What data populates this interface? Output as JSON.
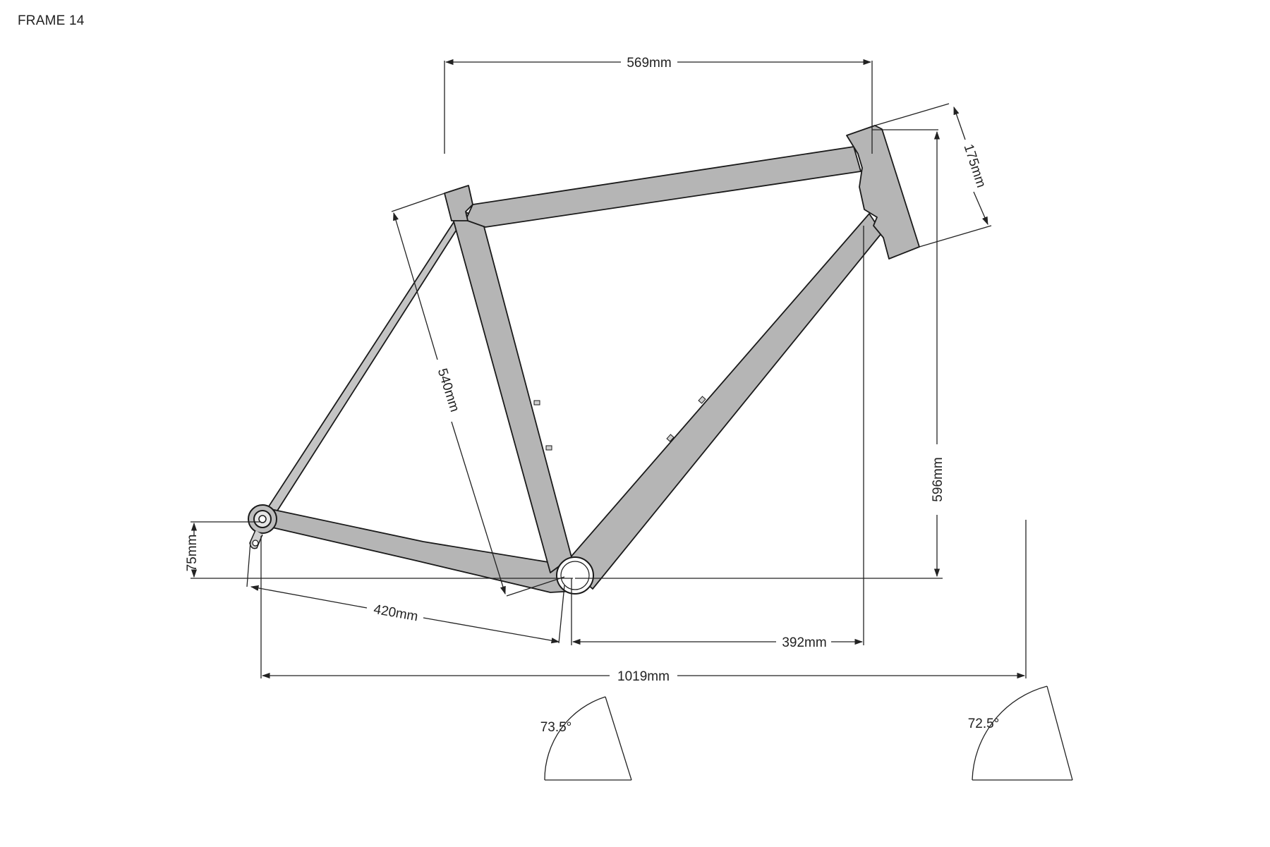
{
  "title": "FRAME 14",
  "dimensions": {
    "reach": "569mm",
    "head_tube_length": "175mm",
    "seat_tube_length": "540mm",
    "stack": "596mm",
    "bb_drop": "75mm",
    "chainstay_length": "420mm",
    "front_center": "392mm",
    "wheelbase": "1019mm",
    "seat_angle": "73.5°",
    "head_angle": "72.5°"
  },
  "colors": {
    "tube_fill": "#b5b5b5",
    "line": "#1a1a1a",
    "background": "#ffffff"
  }
}
